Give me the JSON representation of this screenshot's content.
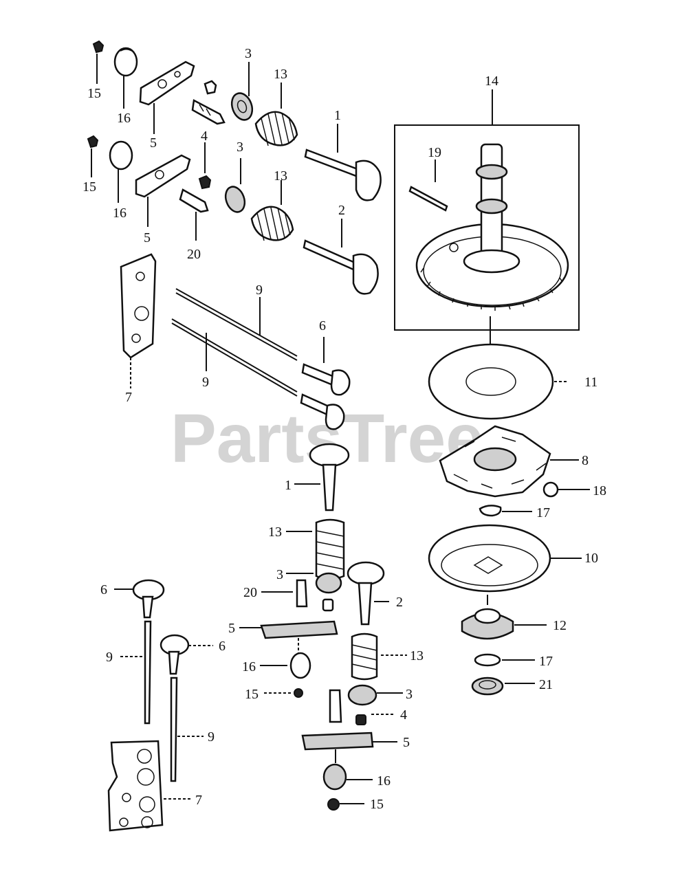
{
  "watermark": "PartsTree",
  "labels": {
    "l15a": "15",
    "l16a": "16",
    "l5a": "5",
    "l3a": "3",
    "l13a": "13",
    "l1a": "1",
    "l14": "14",
    "l15b": "15",
    "l16b": "16",
    "l5b": "5",
    "l4a": "4",
    "l3b": "3",
    "l13b": "13",
    "l20a": "20",
    "l2a": "2",
    "l19": "19",
    "l9a": "9",
    "l6a": "6",
    "l9b": "9",
    "l7a": "7",
    "l11": "11",
    "l8": "8",
    "l18": "18",
    "l1b": "1",
    "l13c": "13",
    "l17a": "17",
    "l10": "10",
    "l3c": "3",
    "l20b": "20",
    "l2b": "2",
    "l5c": "5",
    "l12": "12",
    "l13d": "13",
    "l6b": "6",
    "l6c": "6",
    "l9c": "9",
    "l16c": "16",
    "l17b": "17",
    "l15c": "15",
    "l3d": "3",
    "l21": "21",
    "l4b": "4",
    "l9d": "9",
    "l5d": "5",
    "l16d": "16",
    "l7b": "7",
    "l15d": "15"
  },
  "colors": {
    "ink": "#111111",
    "watermark": "#d4d4d4",
    "background": "#ffffff"
  }
}
